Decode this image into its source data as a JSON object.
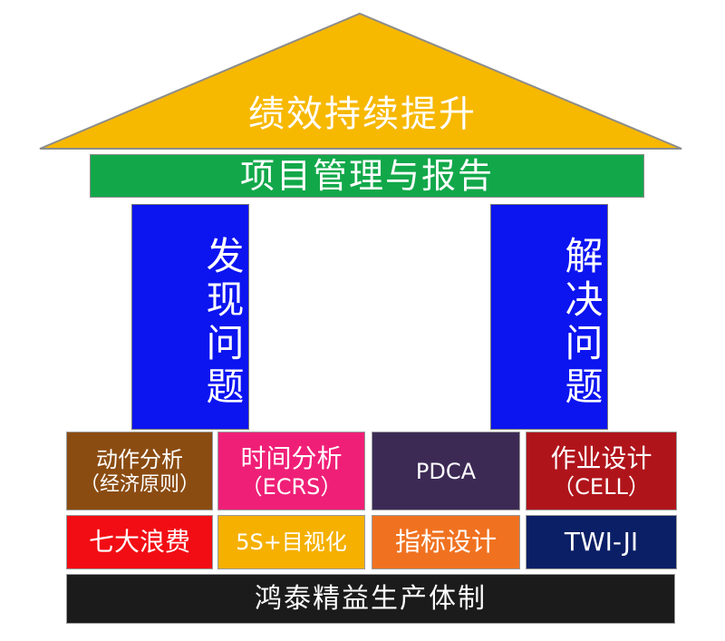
{
  "roof": {
    "title": "绩效持续提升",
    "color": "#f7b800"
  },
  "beam": {
    "title": "项目管理与报告",
    "color": "#12a84a"
  },
  "pillars": {
    "left": {
      "label": "发现问题",
      "color": "#0c14f0"
    },
    "right": {
      "label": "解决问题",
      "color": "#0c14f0"
    }
  },
  "blocks_row1": [
    {
      "title": "动作分析",
      "subtitle": "（经济原则）",
      "color": "#8b4c12"
    },
    {
      "title": "时间分析",
      "subtitle": "（ECRS）",
      "color": "#ef1f77"
    },
    {
      "title": "PDCA",
      "color": "#3c2a55"
    },
    {
      "title": "作业设计",
      "subtitle": "（CELL）",
      "color": "#b0141b"
    }
  ],
  "blocks_row2": [
    {
      "title": "七大浪费",
      "color": "#f20d14"
    },
    {
      "title": "5S+目视化",
      "color": "#f5b000"
    },
    {
      "title": "指标设计",
      "color": "#f07220"
    },
    {
      "title": "TWI-JI",
      "color": "#0b1f66"
    }
  ],
  "base": {
    "title": "鸿泰精益生产体制",
    "color": "#1b1b1b"
  }
}
